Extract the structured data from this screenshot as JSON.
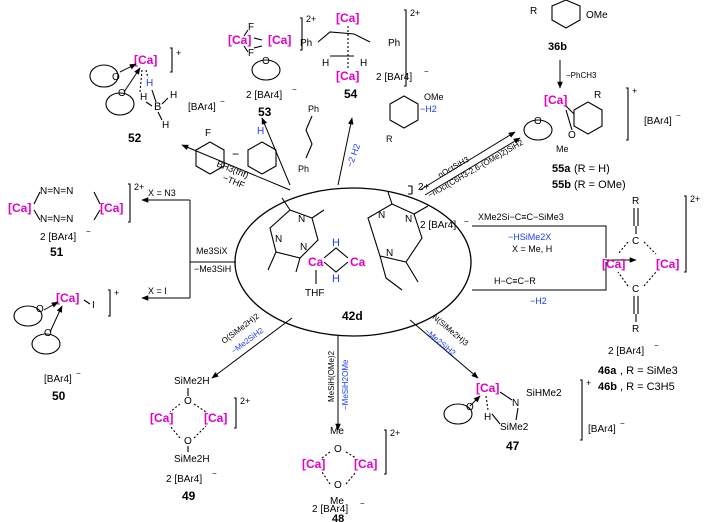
{
  "labels": {
    "ca": "[Ca]",
    "ca_plain": "Ca",
    "thf": "THF",
    "h": "H",
    "o": "O",
    "f": "F",
    "i": "I",
    "b": "B",
    "n": "N",
    "r": "R",
    "me": "Me",
    "ph": "Ph",
    "ome": "OMe",
    "sihme2": "SiHMe2",
    "sime2": "SiMe2",
    "sime2h": "SiMe2H",
    "charge_2plus": "2+",
    "charge_plus": "+",
    "bar4": "[BAr4]",
    "bar4_2": "2 [BAr4]",
    "minus": "−",
    "n3_chain": "N=N=N",
    "alkyne_triple": "≡"
  },
  "compounds": {
    "c42d": "42d",
    "c46a": "46a",
    "c46a_r": ", R = SiMe3",
    "c46b": "46b",
    "c46b_r": ", R = C3H5",
    "c47": "47",
    "c48": "48",
    "c49": "49",
    "c50": "50",
    "c51": "51",
    "c52": "52",
    "c53": "53",
    "c54": "54",
    "c55a": "55a",
    "c55a_r": " (R = H)",
    "c55b": "55b",
    "c55b_r": " (R = OMe)",
    "c36b": "36b"
  },
  "conditions": {
    "bh3": "BH3(thf)",
    "minus_thf": "−THF",
    "minus_2h2": "−2 H2",
    "minus_h2": "−H2",
    "octsih3": "nOctSiH3",
    "octsih2": "−nOct(C6H3-2,6-(OMe)2)SiH2",
    "minus_phch3": "−PhCH3",
    "xme2si_alkyne": "XMe2Si−C≡C−SiMe3",
    "minus_hsime2x": "−HSiMe2X",
    "x_me_h": "X = Me, H",
    "h_alkyne": "H−C≡C−R",
    "me3six": "Me3SiX",
    "minus_me3sih": "−Me3SiH",
    "x_n3": "X = N3",
    "x_i": "X = I",
    "osime2h2": "O(SiMe2H)2",
    "minus_me2sih2": "−Me2SiH2",
    "mesih_ome2": "MeSiH(OMe)2",
    "minus_mesih2ome": "−MeSiH2OMe",
    "nsime2h3": "N(SiMe2H)3",
    "minus_me2sih2_b": "−Me2SiH2"
  }
}
